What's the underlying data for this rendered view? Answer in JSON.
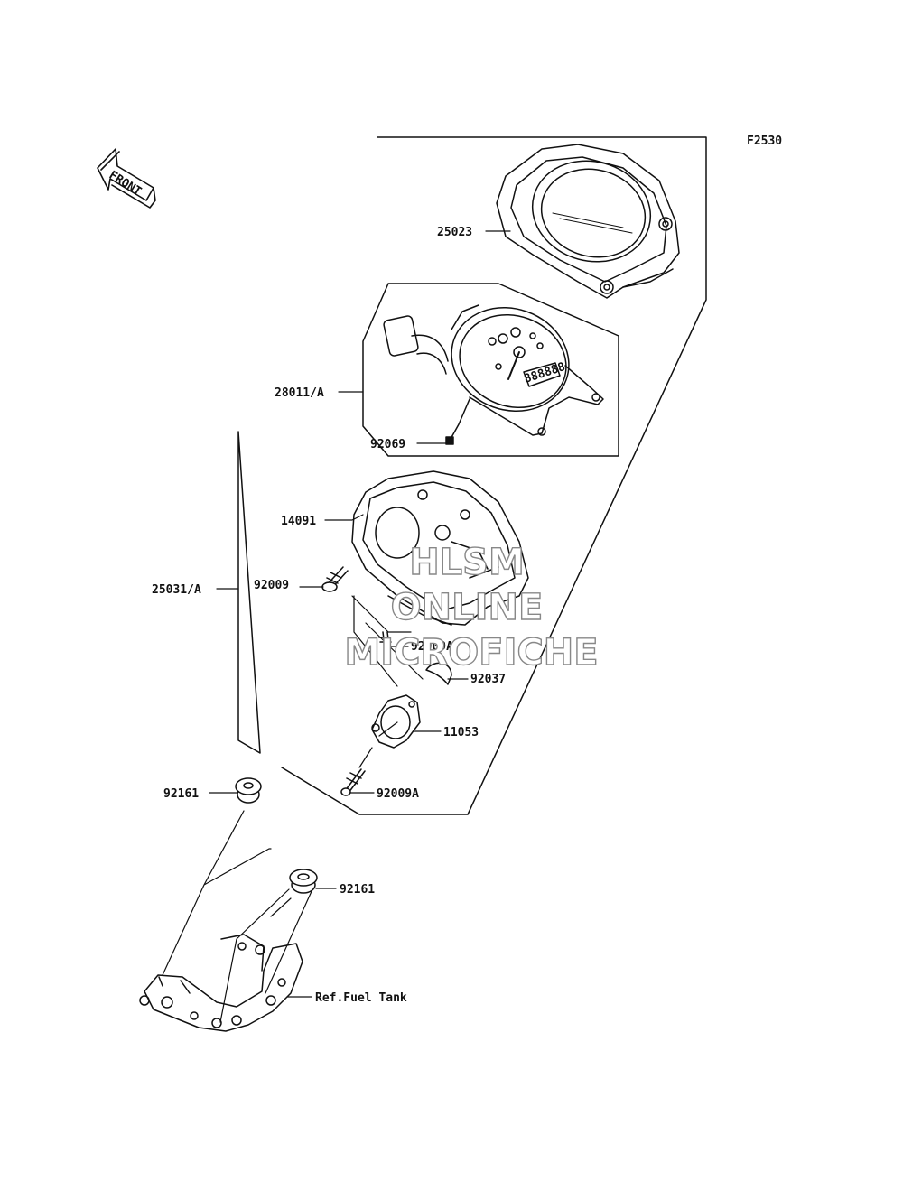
{
  "figure_code": "F2530",
  "front_arrow_text": "FRONT",
  "labels": {
    "p25023": "25023",
    "p28011": "28011/A",
    "p92069": "92069",
    "p14091": "14091",
    "p25031": "25031/A",
    "p92009": "92009",
    "p92009A_upper": "92009A",
    "p92037": "92037",
    "p11053": "11053",
    "p92009A_lower": "92009A",
    "p92161_upper": "92161",
    "p92161_lower": "92161",
    "ref_fuel_tank": "Ref.Fuel Tank"
  },
  "watermark": {
    "line1": "HLSM",
    "line2": "ONLINE",
    "line3": "MICROFICHE"
  },
  "meter_odometer": "888888",
  "colors": {
    "ink": "#111111",
    "watermark_outline": "#888888"
  }
}
